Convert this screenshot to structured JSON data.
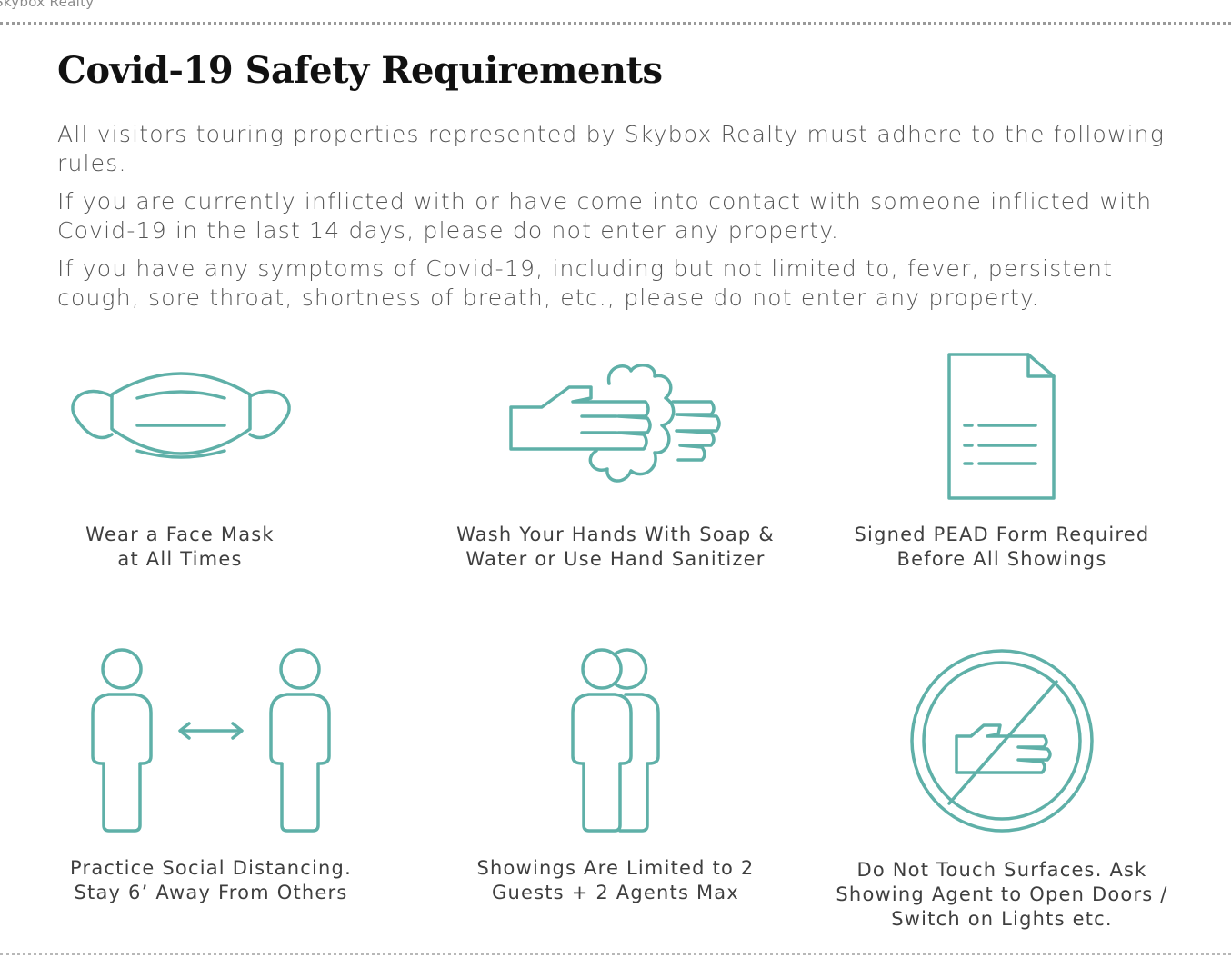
{
  "header": {
    "brand": "Skybox Realty"
  },
  "page": {
    "title": "Covid-19 Safety Requirements",
    "paragraphs": [
      "All visitors touring properties represented by Skybox Realty must adhere to the following rules.",
      "If you are currently inflicted with or have come into contact with someone inflicted with Covid-19 in the last 14 days, please do not enter any property.",
      "If you have any symptoms of Covid-19, including but not limited to, fever, persistent cough, sore throat, shortness of breath, etc., please do not enter any property."
    ]
  },
  "requirements": [
    {
      "icon": "face-mask-icon",
      "lines": [
        "Wear a Face Mask",
        "at All Times"
      ]
    },
    {
      "icon": "hand-washing-icon",
      "lines": [
        "Wash Your Hands With Soap &",
        "Water or Use Hand Sanitizer"
      ]
    },
    {
      "icon": "document-icon",
      "lines": [
        "Signed PEAD Form Required",
        "Before All Showings"
      ]
    },
    {
      "icon": "social-distancing-icon",
      "lines": [
        "Practice Social Distancing.",
        "Stay 6’ Away From Others"
      ]
    },
    {
      "icon": "two-people-icon",
      "lines": [
        "Showings Are Limited to 2",
        "Guests + 2 Agents Max"
      ]
    },
    {
      "icon": "no-touch-icon",
      "lines": [
        "Do Not Touch Surfaces. Ask",
        "Showing Agent to Open Doors /",
        "Switch on Lights etc."
      ]
    }
  ],
  "colors": {
    "icon_stroke": "#5fb0a8",
    "title": "#111111",
    "body_text": "#555555"
  }
}
